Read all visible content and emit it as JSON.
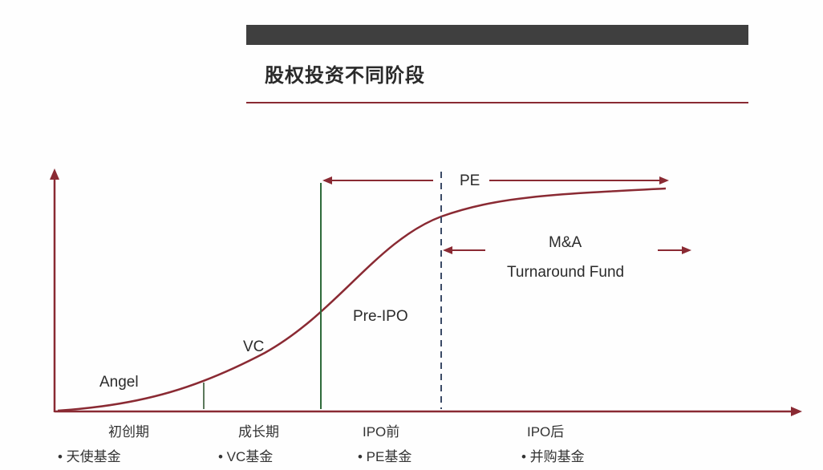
{
  "title": "股权投资不同阶段",
  "colors": {
    "axis": "#8a2a33",
    "curve": "#8a2a33",
    "growth_line": "#2f6b3a",
    "marker_line": "#4a6a4a",
    "dashed_line": "#3b4a66"
  },
  "stages": {
    "angel": "Angel",
    "vc": "VC",
    "pre_ipo": "Pre-IPO",
    "pe": "PE",
    "ma": "M&A",
    "turnaround": "Turnaround Fund"
  },
  "phases": [
    {
      "name": "初创期",
      "fund": "• 天使基金"
    },
    {
      "name": "成长期",
      "fund": "• VC基金"
    },
    {
      "name": "IPO前",
      "fund": "• PE基金"
    },
    {
      "name": "IPO后",
      "fund": "• 并购基金"
    }
  ]
}
